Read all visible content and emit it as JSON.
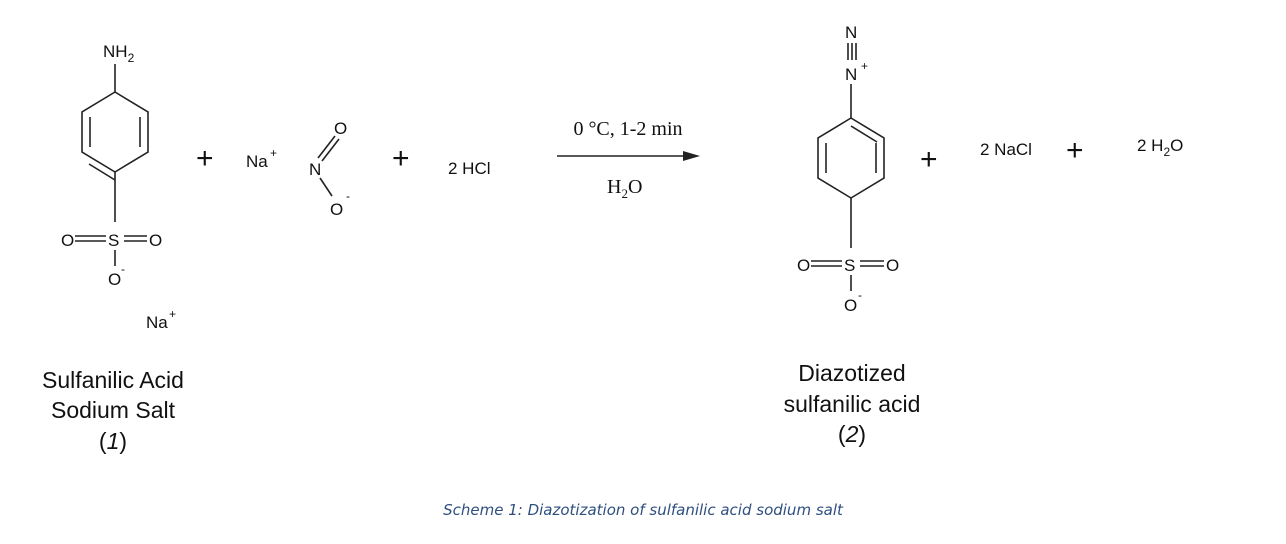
{
  "reactant1": {
    "amine": "NH",
    "amine_sub": "2",
    "sulfur": "S",
    "oxygen_left": "O",
    "oxygen_right": "O",
    "oxygen_bottom": "O",
    "oxygen_charge": "-",
    "counter_ion": "Na",
    "counter_charge": "+",
    "name_line1": "Sulfanilic Acid",
    "name_line2": "Sodium Salt",
    "number": "1"
  },
  "reactant2": {
    "cation": "Na",
    "cation_charge": "+",
    "nitrogen": "N",
    "oxygen_top": "O",
    "oxygen_bottom": "O",
    "oxygen_charge": "-"
  },
  "reactant3": {
    "formula": "2 HCl"
  },
  "conditions": {
    "above": "0 °C, 1-2 min",
    "below_H": "H",
    "below_sub": "2",
    "below_O": "O"
  },
  "product1": {
    "n_terminal": "N",
    "n_inner": "N",
    "n_charge": "+",
    "sulfur": "S",
    "oxygen_left": "O",
    "oxygen_right": "O",
    "oxygen_bottom": "O",
    "oxygen_charge": "-",
    "name_line1": "Diazotized",
    "name_line2": "sulfanilic acid",
    "number": "2"
  },
  "product2": {
    "formula": "2 NaCl"
  },
  "product3": {
    "prefix": "2 H",
    "sub": "2",
    "suffix": "O"
  },
  "plus_sign": "+",
  "caption": "Scheme 1: Diazotization of sulfanilic acid sodium salt"
}
